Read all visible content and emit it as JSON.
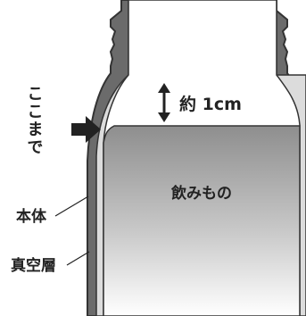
{
  "diagram": {
    "fill_marker_text": "ここまで",
    "headspace_text": "約 1cm",
    "liquid_text": "飲みもの",
    "body_text": "本体",
    "vacuum_layer_text": "真空層"
  },
  "colors": {
    "wall": "#6b6b6b",
    "inner_wall": "#d9d9d9",
    "outline": "#333333",
    "liquid_top": "#999999",
    "liquid_bottom": "#ffffff",
    "arrow": "#222222"
  }
}
